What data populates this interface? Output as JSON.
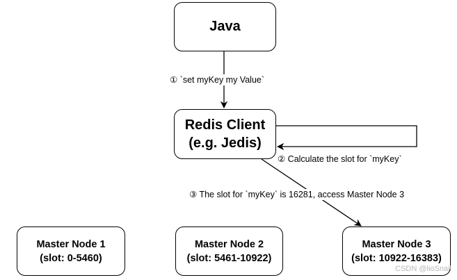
{
  "nodes": {
    "java": {
      "label": "Java"
    },
    "client": {
      "line1": "Redis Client",
      "line2": "(e.g. Jedis)"
    },
    "master1": {
      "line1": "Master Node 1",
      "line2": "(slot: 0-5460)"
    },
    "master2": {
      "line1": "Master Node 2",
      "line2": "(slot: 5461-10922)"
    },
    "master3": {
      "line1": "Master Node 3",
      "line2": "(slot: 10922-16383)"
    }
  },
  "edges": {
    "step1": "① `set myKey my Value`",
    "step2": "② Calculate the slot for `myKey`",
    "step3": "③ The slot for `myKey` is 16281, access Master Node 3"
  },
  "watermark": "CSDN @lioSnail"
}
